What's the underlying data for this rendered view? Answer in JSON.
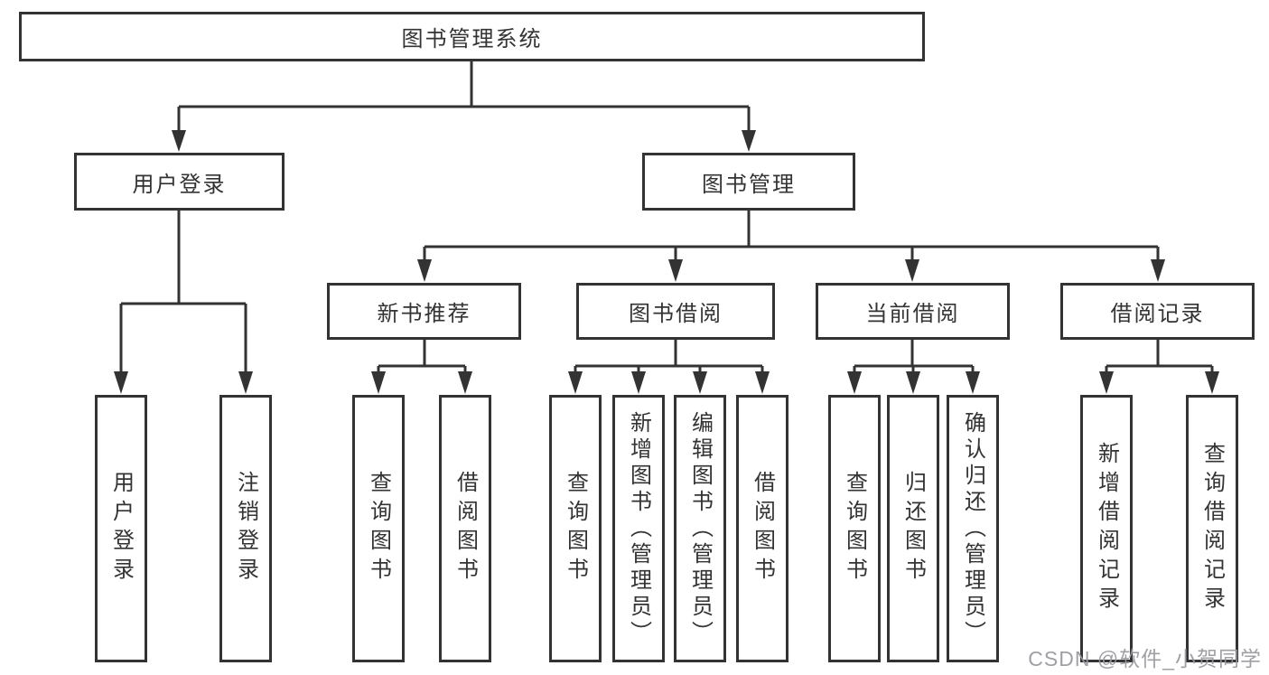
{
  "tree": {
    "root": {
      "label": "图书管理系统",
      "children": [
        {
          "label": "用户登录",
          "children": [
            {
              "label": "用户登录"
            },
            {
              "label": "注销登录"
            }
          ]
        },
        {
          "label": "图书管理",
          "children": [
            {
              "label": "新书推荐",
              "children": [
                {
                  "label": "查询图书"
                },
                {
                  "label": "借阅图书"
                }
              ]
            },
            {
              "label": "图书借阅",
              "children": [
                {
                  "label": "查询图书"
                },
                {
                  "label": "新增图书（管理员）"
                },
                {
                  "label": "编辑图书（管理员）"
                },
                {
                  "label": "借阅图书"
                }
              ]
            },
            {
              "label": "当前借阅",
              "children": [
                {
                  "label": "查询图书"
                },
                {
                  "label": "归还图书"
                },
                {
                  "label": "确认归还（管理员）"
                }
              ]
            },
            {
              "label": "借阅记录",
              "children": [
                {
                  "label": "新增借阅记录"
                },
                {
                  "label": "查询借阅记录"
                }
              ]
            }
          ]
        }
      ]
    }
  },
  "watermark": {
    "text": "CSDN @软件_小贺同学"
  },
  "colors": {
    "line": "#333333",
    "box_border": "#333333",
    "box_fill": "#ffffff",
    "text": "#333333",
    "watermark": "#97979f"
  }
}
